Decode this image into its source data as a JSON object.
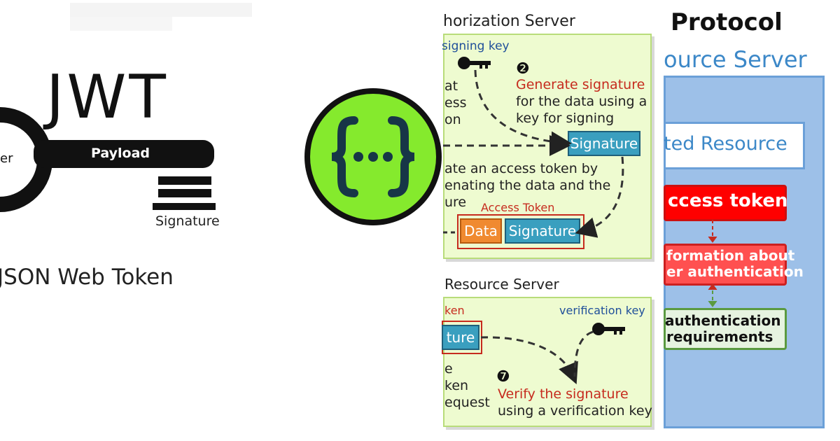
{
  "jwt": {
    "title": "JWT",
    "header_fragment": "er",
    "payload": "Payload",
    "signature": "Signature",
    "caption": "JSON Web Token"
  },
  "logo": {
    "icon": "swagger-braces-icon",
    "color": "#85ea2d"
  },
  "auth_diagram": {
    "auth_server_title": "horization Server",
    "signing_key": "signing key",
    "step2_marker": "❷",
    "step2_title": "Generate signature",
    "step2_line1": "for the data using a",
    "step2_line2": "key for signing",
    "left_frag1": "at",
    "left_frag2": "ess",
    "left_frag3": "on",
    "signature_box": "Signature",
    "concat_line1": "ate an access token by",
    "concat_line2": "enating the data and the",
    "concat_line3": "ure",
    "access_token_label": "Access Token",
    "data_box": "Data",
    "signature_box2": "Signature",
    "resource_server_title": "Resource Server",
    "token_frag": "ken",
    "verification_key": "verification key",
    "signature_frag": "ture",
    "req_frag1": "e",
    "req_frag2": "ken",
    "req_frag3": "equest",
    "step7_marker": "❼",
    "step7_title": "Verify the signature",
    "step7_line": "using a verification key"
  },
  "protocol": {
    "title": "Protocol",
    "resource_server": "ource Server",
    "protected_resource": "ted Resource",
    "access_token": "ccess token",
    "info_line1": "formation about",
    "info_line2": "er authentication",
    "auth_line1": "authentication",
    "auth_line2": "requirements"
  }
}
